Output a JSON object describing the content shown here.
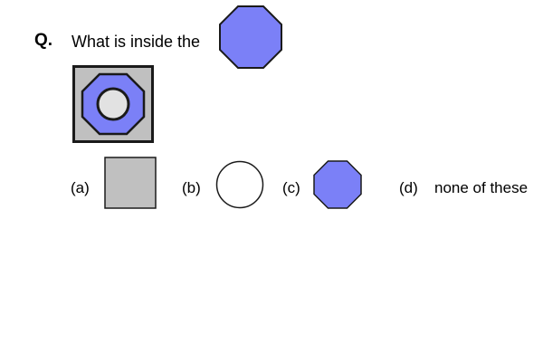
{
  "question": {
    "marker": "Q.",
    "text": "What is inside the",
    "target_shape_icon": "blue-octagon"
  },
  "figure": {
    "icons": [
      "gray-square",
      "blue-octagon",
      "light-gray-circle"
    ]
  },
  "options": [
    {
      "label": "(a)",
      "shape_icon": "gray-square"
    },
    {
      "label": "(b)",
      "shape_icon": "white-circle"
    },
    {
      "label": "(c)",
      "shape_icon": "blue-octagon"
    },
    {
      "label": "(d)",
      "text": "none of these"
    }
  ],
  "colors": {
    "blue": "#7b80f7",
    "gray": "#c0c0c0",
    "light_gray": "#e2e2e2",
    "white": "#ffffff",
    "outline": "#1a1a1a"
  }
}
